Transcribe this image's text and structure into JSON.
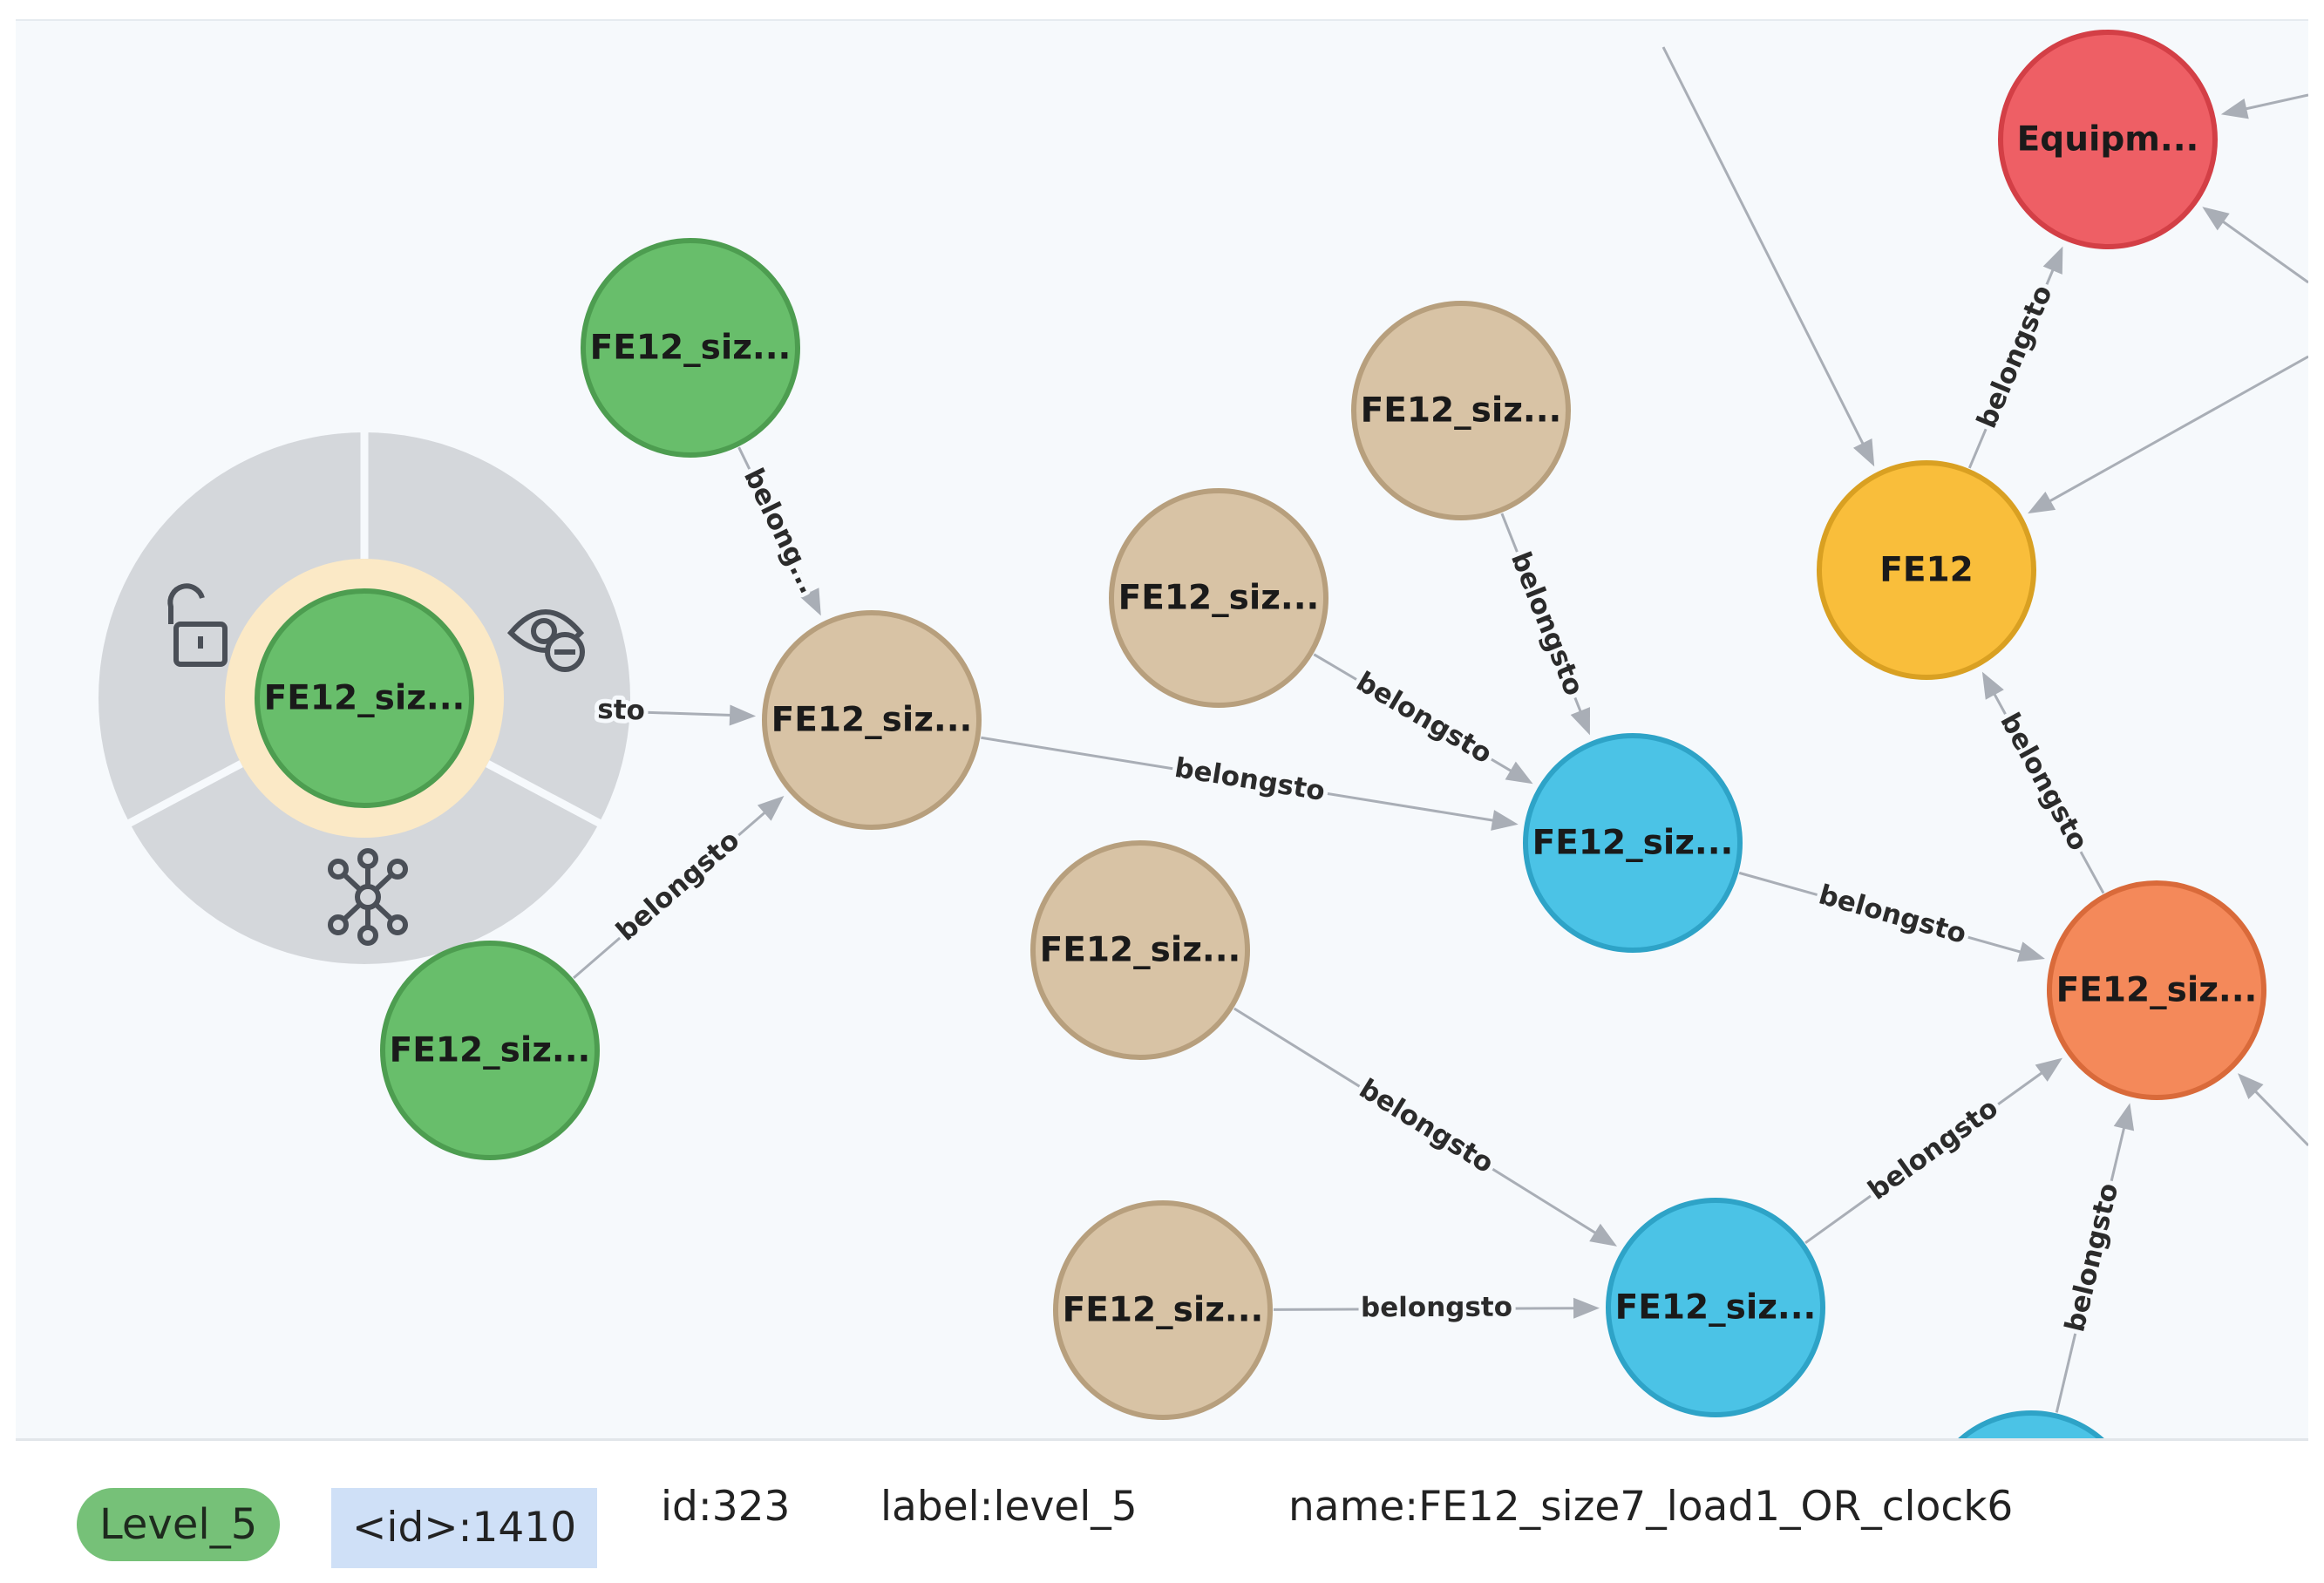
{
  "graph": {
    "nodes": [
      {
        "id": "n1",
        "label": "FE12_siz...",
        "color": "#68be6b",
        "border": "#4d9d50"
      },
      {
        "id": "n2",
        "label": "FE12_siz...",
        "color": "#68be6b",
        "border": "#4d9d50"
      },
      {
        "id": "n3",
        "label": "FE12_siz...",
        "color": "#68be6b",
        "border": "#4d9d50"
      },
      {
        "id": "n4",
        "label": "FE12_siz...",
        "color": "#d8c3a5",
        "border": "#b79f7d"
      },
      {
        "id": "n5",
        "label": "FE12_siz...",
        "color": "#d8c3a5",
        "border": "#b79f7d"
      },
      {
        "id": "n6",
        "label": "FE12_siz...",
        "color": "#d8c3a5",
        "border": "#b79f7d"
      },
      {
        "id": "n7",
        "label": "FE12_siz...",
        "color": "#d8c3a5",
        "border": "#b79f7d"
      },
      {
        "id": "n8",
        "label": "FE12_siz...",
        "color": "#d8c3a5",
        "border": "#b79f7d"
      },
      {
        "id": "n9",
        "label": "FE12_siz...",
        "color": "#4bc3e6",
        "border": "#2ea3c7"
      },
      {
        "id": "n10",
        "label": "FE12_siz...",
        "color": "#4bc3e6",
        "border": "#2ea3c7"
      },
      {
        "id": "n11",
        "label": "FE12_siz...",
        "color": "#f4895a",
        "border": "#d96a3a"
      },
      {
        "id": "n12",
        "label": "FE12",
        "color": "#f9be3b",
        "border": "#d9a022"
      },
      {
        "id": "n13",
        "label": "Equipm...",
        "color": "#ee5f65",
        "border": "#d33f46"
      },
      {
        "id": "n14",
        "label": "",
        "color": "#4bc3e6",
        "border": "#2ea3c7"
      }
    ],
    "edges": [
      {
        "id": "e1",
        "label": "belong..."
      },
      {
        "id": "e2",
        "label": "sto"
      },
      {
        "id": "e3",
        "label": "belongsto"
      },
      {
        "id": "e4",
        "label": "belongsto"
      },
      {
        "id": "e5",
        "label": "belongsto"
      },
      {
        "id": "e6",
        "label": "belongsto"
      },
      {
        "id": "e7",
        "label": "belongsto"
      },
      {
        "id": "e8",
        "label": "belongsto"
      },
      {
        "id": "e9",
        "label": "belongsto"
      },
      {
        "id": "e10",
        "label": "belongsto"
      },
      {
        "id": "e11",
        "label": "belongsto"
      },
      {
        "id": "e12",
        "label": "belongsto"
      },
      {
        "id": "e13",
        "label": "belongsto"
      },
      {
        "id": "e14",
        "label": ""
      },
      {
        "id": "e15",
        "label": ""
      },
      {
        "id": "e16",
        "label": ""
      },
      {
        "id": "e17",
        "label": ""
      },
      {
        "id": "e18",
        "label": ""
      }
    ]
  },
  "radial_menu": {
    "actions": [
      {
        "name": "unlock-icon"
      },
      {
        "name": "hide-icon"
      },
      {
        "name": "expand-icon"
      }
    ],
    "ring_color": "#d4d7db",
    "halo_color": "#fbe9c6"
  },
  "status_bar": {
    "level": "Level_5",
    "internal_id": "<id>:1410",
    "id": "id:323",
    "label": "label:level_5",
    "name": "name:FE12_size7_load1_OR_clock6"
  }
}
